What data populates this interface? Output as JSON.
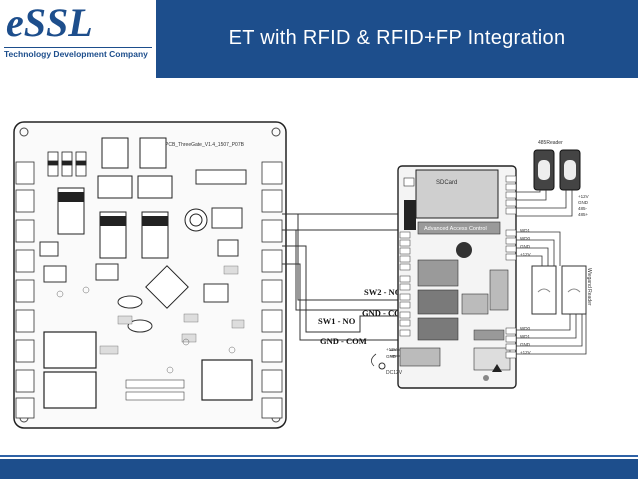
{
  "header": {
    "title": "ET with RFID & RFID+FP Integration",
    "logo_text": "eSSL",
    "logo_tagline": "Technology Development Company"
  },
  "diagram": {
    "left_board_label": "PCB_ThreeGate_V1.4_1507_P07B",
    "controller_title": "Advanced Access Control",
    "controller_chip_label": "SDCard",
    "reader_top_label": "485Reader",
    "reader_right_label": "Wiegand Reader",
    "wires": {
      "sw2_no": "SW2 - NO",
      "gnd_com_right": "GND - COM",
      "sw1_no": "SW1 - NO",
      "gnd_com_left": "GND - COM"
    },
    "power_label": "DC12V",
    "power_terms": [
      "+12V",
      "GND"
    ],
    "reader485_terms": [
      "+12V",
      "GND",
      "485-",
      "485+"
    ],
    "wiegand_terms_top": [
      "WD1",
      "WD0",
      "GND",
      "+12V"
    ],
    "wiegand_terms_bottom": [
      "WD0",
      "WD1",
      "GND",
      "+12V"
    ]
  },
  "colors": {
    "brand_blue": "#1d4e8c"
  }
}
